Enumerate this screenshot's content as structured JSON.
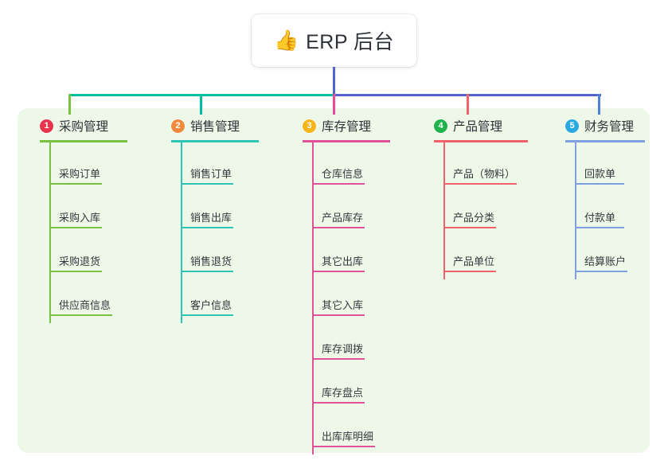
{
  "root": {
    "icon": "thumbs-up-emoji",
    "emoji": "👍",
    "title": "ERP 后台"
  },
  "palette": {
    "panel_bg": "#eef8e9",
    "page_bg": "#ffffff",
    "text": "#2d3238",
    "bus_left": "#00bfa0",
    "bus_right": "#5463c9"
  },
  "connectors": {
    "root_stem_color": "#5463c9",
    "bus_left_color": "#00bfa0",
    "bus_right_color": "#5463c9",
    "drops": [
      {
        "name": "drop-purchase",
        "color": "#7ac143"
      },
      {
        "name": "drop-sales",
        "color": "#00bfa0"
      },
      {
        "name": "drop-inventory",
        "color": "#ec4899"
      },
      {
        "name": "drop-product",
        "color": "#f1626b"
      },
      {
        "name": "drop-finance",
        "color": "#5080d8"
      }
    ]
  },
  "columns": [
    {
      "number": "1",
      "title": "采购管理",
      "badge_color": "#e8344e",
      "line_color": "#7ac143",
      "items": [
        {
          "label": "采购订单"
        },
        {
          "label": "采购入库"
        },
        {
          "label": "采购退货"
        },
        {
          "label": "供应商信息"
        }
      ]
    },
    {
      "number": "2",
      "title": "销售管理",
      "badge_color": "#f08a3c",
      "line_color": "#2ec4b6",
      "items": [
        {
          "label": "销售订单"
        },
        {
          "label": "销售出库"
        },
        {
          "label": "销售退货"
        },
        {
          "label": "客户信息"
        }
      ]
    },
    {
      "number": "3",
      "title": "库存管理",
      "badge_color": "#f5b51b",
      "line_color": "#e0539b",
      "items": [
        {
          "label": "仓库信息"
        },
        {
          "label": "产品库存"
        },
        {
          "label": "其它出库"
        },
        {
          "label": "其它入库"
        },
        {
          "label": "库存调拨"
        },
        {
          "label": "库存盘点"
        },
        {
          "label": "出库库明细"
        }
      ]
    },
    {
      "number": "4",
      "title": "产品管理",
      "badge_color": "#22b24c",
      "line_color": "#f1626b",
      "items": [
        {
          "label": "产品（物料）"
        },
        {
          "label": "产品分类"
        },
        {
          "label": "产品单位"
        }
      ]
    },
    {
      "number": "5",
      "title": "财务管理",
      "badge_color": "#29a9e1",
      "line_color": "#7f9fe0",
      "items": [
        {
          "label": "回款单"
        },
        {
          "label": "付款单"
        },
        {
          "label": "结算账户"
        }
      ]
    }
  ]
}
